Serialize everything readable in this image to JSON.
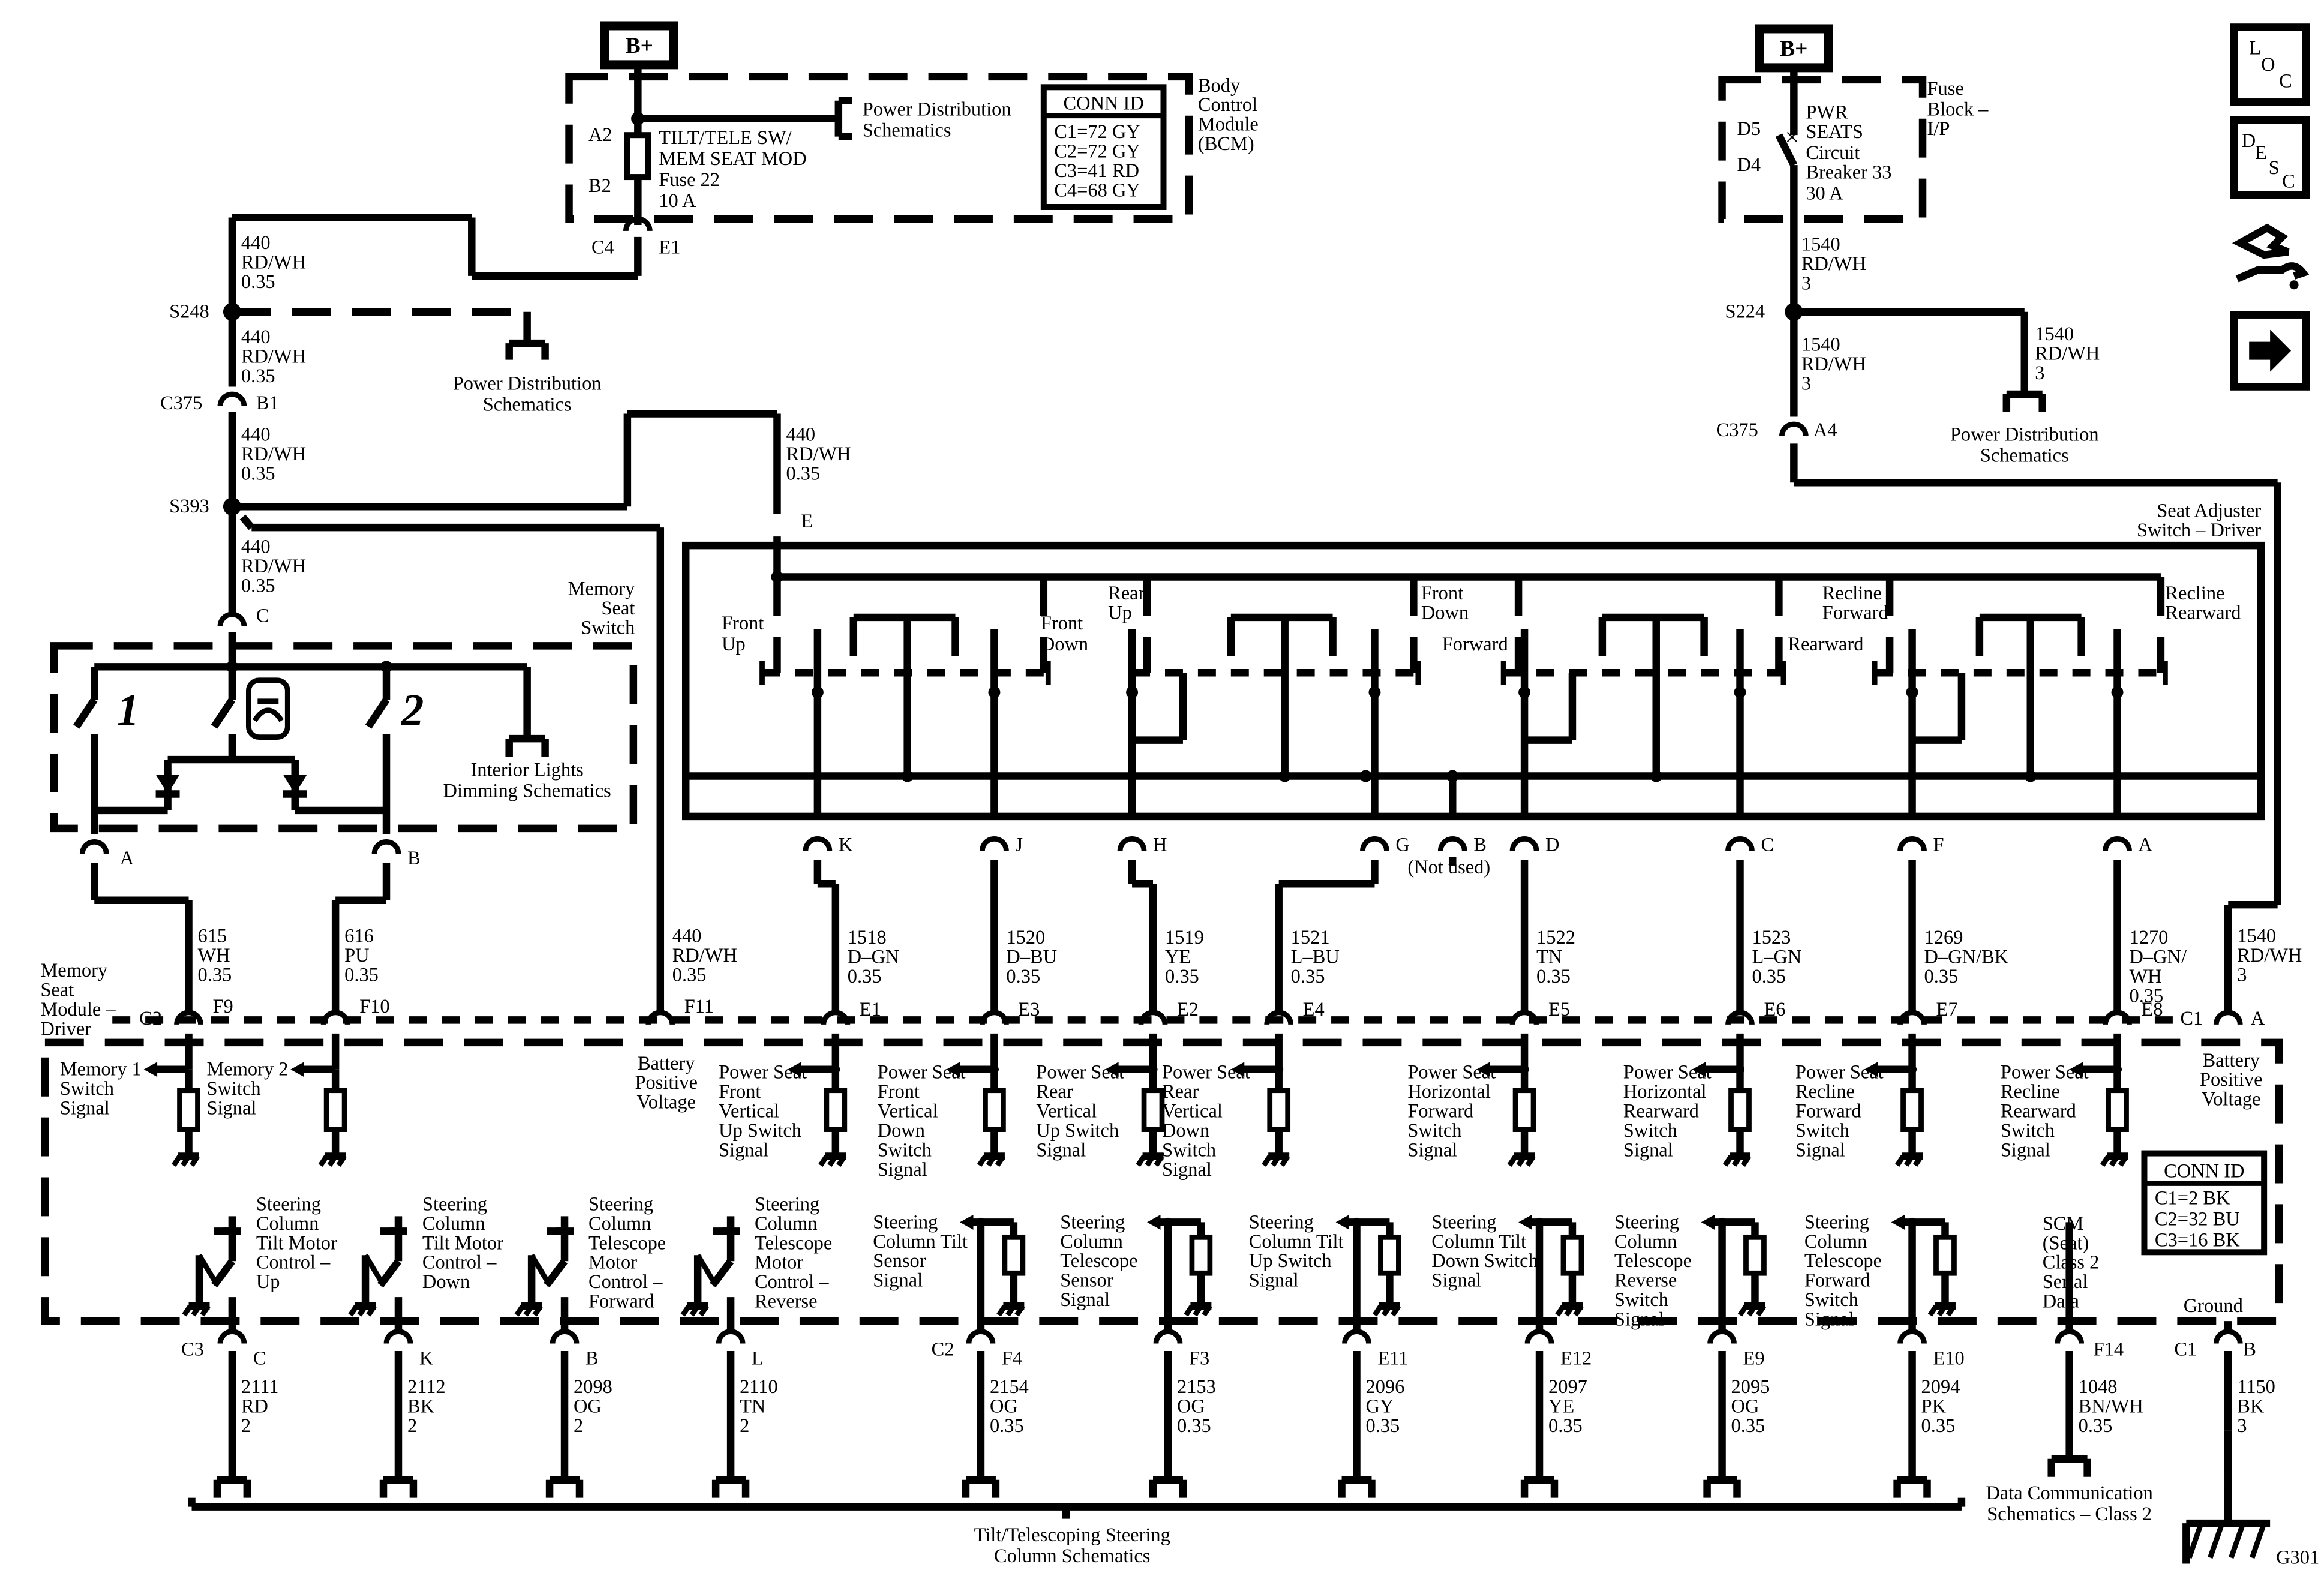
{
  "power_left": {
    "source": "B+",
    "module_name": "Body Control Module (BCM)",
    "pdist_label": "Power Distribution Schematics",
    "fuse_pins": [
      "A2",
      "B2"
    ],
    "fuse_label": [
      "TILT/TELE SW/",
      "MEM SEAT MOD",
      "Fuse 22",
      "10 A"
    ],
    "conn_id_title": "CONN ID",
    "conn_ids": [
      "C1=72 GY",
      "C2=72 GY",
      "C3=41 RD",
      "C4=68 GY"
    ],
    "out_conn": [
      "C4",
      "E1"
    ]
  },
  "power_right": {
    "source": "B+",
    "block_name": "Fuse Block – I/P",
    "breaker_pins": [
      "D5",
      "D4"
    ],
    "breaker_label": [
      "PWR",
      "SEATS",
      "Circuit",
      "Breaker 33",
      "30 A"
    ],
    "wire_1540": [
      "1540",
      "RD/WH",
      "3"
    ],
    "splice": "S224",
    "pdist_label": "Power Distribution Schematics",
    "conn": [
      "C375",
      "A4"
    ]
  },
  "left_feed": {
    "wire_440_a": [
      "440",
      "RD/WH",
      "0.35"
    ],
    "s248": "S248",
    "pdist_label": "Power Distribution Schematics",
    "c375": [
      "C375",
      "B1"
    ],
    "s393": "S393",
    "mem_conn": "C"
  },
  "memory_switch": {
    "title": "Memory Seat Switch",
    "interior_label": "Interior Lights Dimming Schematics",
    "button_1": "1",
    "button_2": "2",
    "pin_a": "A",
    "pin_b": "B"
  },
  "seat_adjuster": {
    "title": "Seat Adjuster Switch – Driver",
    "top_wire": [
      "440",
      "RD/WH",
      "0.35"
    ],
    "top_pin": "E",
    "not_used": "(Not used)",
    "contacts": [
      {
        "up": "Front Up",
        "down": "Front Down"
      },
      {
        "up": "Rear Up",
        "down": ""
      },
      {
        "up": "Front Down",
        "down": "Forward"
      },
      {
        "up": "Recline Forward",
        "down": "Rearward"
      },
      {
        "up": "Recline Rearward",
        "down": ""
      }
    ],
    "pins": [
      {
        "pin": "K",
        "wire": [
          "1518",
          "D–GN",
          "0.35"
        ],
        "mod_pin": "E1",
        "signal": "Power Seat Front Vertical Up Switch Signal"
      },
      {
        "pin": "J",
        "wire": [
          "1520",
          "D–BU",
          "0.35"
        ],
        "mod_pin": "E3",
        "signal": "Power Seat Front Vertical Down Switch Signal"
      },
      {
        "pin": "H",
        "wire": [
          "1519",
          "YE",
          "0.35"
        ],
        "mod_pin": "E2",
        "signal": "Power Seat Rear Vertical Up Switch Signal"
      },
      {
        "pin": "G",
        "wire": [
          "1521",
          "L–BU",
          "0.35"
        ],
        "mod_pin": "E4",
        "signal": "Power Seat Rear Vertical Down Switch Signal"
      },
      {
        "pin": "B",
        "wire": [],
        "mod_pin": "",
        "signal": ""
      },
      {
        "pin": "D",
        "wire": [
          "1522",
          "TN",
          "0.35"
        ],
        "mod_pin": "E5",
        "signal": "Power Seat Horizontal Forward Switch Signal"
      },
      {
        "pin": "C",
        "wire": [
          "1523",
          "L–GN",
          "0.35"
        ],
        "mod_pin": "E6",
        "signal": "Power Seat Horizontal Rearward Switch Signal"
      },
      {
        "pin": "F",
        "wire": [
          "1269",
          "D–GN/BK",
          "0.35"
        ],
        "mod_pin": "E7",
        "signal": "Power Seat Recline Forward Switch Signal"
      },
      {
        "pin": "A",
        "wire": [
          "1270",
          "D–GN/",
          "WH",
          "0.35"
        ],
        "mod_pin": "E8",
        "signal": "Power Seat Recline Rearward Switch Signal"
      }
    ]
  },
  "module": {
    "title": "Memory Seat Module – Driver",
    "c2": "C2",
    "c1": "C1",
    "c3": "C3",
    "mem_inputs": [
      {
        "pin": "F9",
        "wire": [
          "615",
          "WH",
          "0.35"
        ],
        "signal": "Memory 1 Switch Signal"
      },
      {
        "pin": "F10",
        "wire": [
          "616",
          "PU",
          "0.35"
        ],
        "signal": "Memory 2 Switch Signal"
      }
    ],
    "battery_f11": {
      "pin": "F11",
      "wire": [
        "440",
        "RD/WH",
        "0.35"
      ],
      "signal": "Battery Positive Voltage"
    },
    "battery_c1": {
      "pin": "A",
      "wire": [
        "1540",
        "RD/WH",
        "3"
      ],
      "signal": "Battery Positive Voltage"
    },
    "conn_id_title": "CONN ID",
    "conn_ids": [
      "C1=2 BK",
      "C2=32 BU",
      "C3=16 BK"
    ]
  },
  "bottom": {
    "motors": [
      {
        "conn": "C3",
        "pin": "C",
        "wire": [
          "2111",
          "RD",
          "2"
        ],
        "signal": "Steering Column Tilt Motor Control – Up"
      },
      {
        "conn": "",
        "pin": "K",
        "wire": [
          "2112",
          "BK",
          "2"
        ],
        "signal": "Steering Column Tilt Motor Control – Down"
      },
      {
        "conn": "",
        "pin": "B",
        "wire": [
          "2098",
          "OG",
          "2"
        ],
        "signal": "Steering Column Telescope Motor Control – Forward"
      },
      {
        "conn": "",
        "pin": "L",
        "wire": [
          "2110",
          "TN",
          "2"
        ],
        "signal": "Steering Column Telescope Motor Control – Reverse"
      }
    ],
    "sensors": [
      {
        "conn": "C2",
        "pin": "F4",
        "wire": [
          "2154",
          "OG",
          "0.35"
        ],
        "signal": "Steering Column Tilt Sensor Signal"
      },
      {
        "conn": "",
        "pin": "F3",
        "wire": [
          "2153",
          "OG",
          "0.35"
        ],
        "signal": "Steering Column Telescope Sensor Signal"
      },
      {
        "conn": "",
        "pin": "E11",
        "wire": [
          "2096",
          "GY",
          "0.35"
        ],
        "signal": "Steering Column Tilt Up Switch Signal"
      },
      {
        "conn": "",
        "pin": "E12",
        "wire": [
          "2097",
          "YE",
          "0.35"
        ],
        "signal": "Steering Column Tilt Down Switch Signal"
      },
      {
        "conn": "",
        "pin": "E9",
        "wire": [
          "2095",
          "OG",
          "0.35"
        ],
        "signal": "Steering Column Telescope Reverse Switch Signal"
      },
      {
        "conn": "",
        "pin": "E10",
        "wire": [
          "2094",
          "PK",
          "0.35"
        ],
        "signal": "Steering Column Telescope Forward Switch Signal"
      }
    ],
    "scm": {
      "pin": "F14",
      "wire": [
        "1048",
        "BN/WH",
        "0.35"
      ],
      "signal": "SCM (Seat) Class 2 Serial Data"
    },
    "ground": {
      "conn": "C1",
      "pin": "B",
      "wire": [
        "1150",
        "BK",
        "3"
      ],
      "signal": "Ground",
      "gnd": "G301"
    },
    "tilt_schem": "Tilt/Telescoping Steering Column Schematics",
    "data_schem": "Data Communication Schematics – Class 2"
  },
  "nav": {
    "loc_letters": [
      "L",
      "O",
      "C"
    ],
    "desc_letters": [
      "D",
      "E",
      "S",
      "C"
    ],
    "troubleshoot_icon": "hand-wrench-icon",
    "next_icon": "arrow-right-icon"
  }
}
